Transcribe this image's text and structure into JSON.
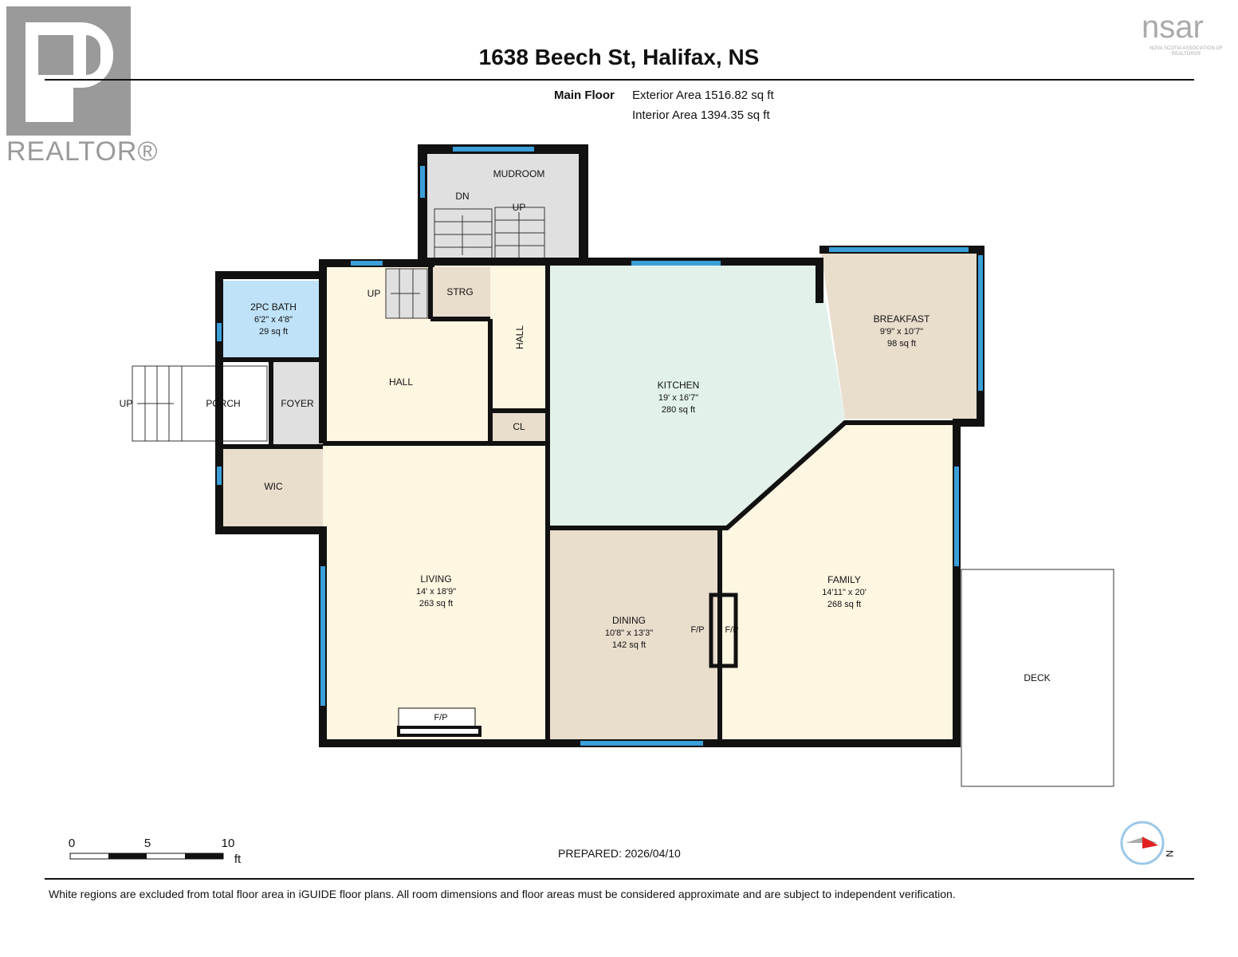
{
  "header": {
    "title": "1638 Beech St, Halifax, NS",
    "floor": "Main Floor",
    "exterior_area": "Exterior Area 1516.82 sq ft",
    "interior_area": "Interior Area 1394.35 sq ft"
  },
  "logos": {
    "left": "REALTOR®",
    "right": "nsar",
    "right_sub": "NOVA SCOTIA ASSOCIATION OF REALTORS®"
  },
  "rooms": {
    "mudroom": {
      "name": "MUDROOM"
    },
    "dn": "DN",
    "up_mud": "UP",
    "up_hall": "UP",
    "up_porch": "UP",
    "strg": {
      "name": "STRG"
    },
    "bath": {
      "name": "2PC BATH",
      "dims": "6'2\" x 4'8\"",
      "area": "29 sq ft"
    },
    "hall": {
      "name": "HALL"
    },
    "hall2": {
      "name": "HALL"
    },
    "porch": {
      "name": "PORCH"
    },
    "foyer": {
      "name": "FOYER"
    },
    "cl": {
      "name": "CL"
    },
    "wic": {
      "name": "WIC"
    },
    "kitchen": {
      "name": "KITCHEN",
      "dims": "19' x 16'7\"",
      "area": "280 sq ft"
    },
    "breakfast": {
      "name": "BREAKFAST",
      "dims": "9'9\" x 10'7\"",
      "area": "98 sq ft"
    },
    "living": {
      "name": "LIVING",
      "dims": "14' x 18'9\"",
      "area": "263 sq ft"
    },
    "dining": {
      "name": "DINING",
      "dims": "10'8\" x 13'3\"",
      "area": "142 sq ft"
    },
    "family": {
      "name": "FAMILY",
      "dims": "14'11\" x 20'",
      "area": "268 sq ft"
    },
    "deck": {
      "name": "DECK"
    },
    "fp_living": "F/P",
    "fp_dining": "F/P",
    "fp_family": "F/P"
  },
  "scale": {
    "labels": [
      "0",
      "5",
      "10"
    ],
    "unit": "ft"
  },
  "footer": {
    "prepared": "PREPARED: 2026/04/10",
    "disclaimer": "White regions are excluded from total floor area in iGUIDE floor plans. All room dimensions and floor areas must be considered approximate and are subject to independent verification.",
    "compass": "N"
  },
  "colors": {
    "window": "#3b9fd8",
    "living": "#fdf6e1",
    "kitchen": "#e2f2ea",
    "beige": "#e9ddcc",
    "bath": "#bfe2f8",
    "gray": "#e0e0e0"
  }
}
